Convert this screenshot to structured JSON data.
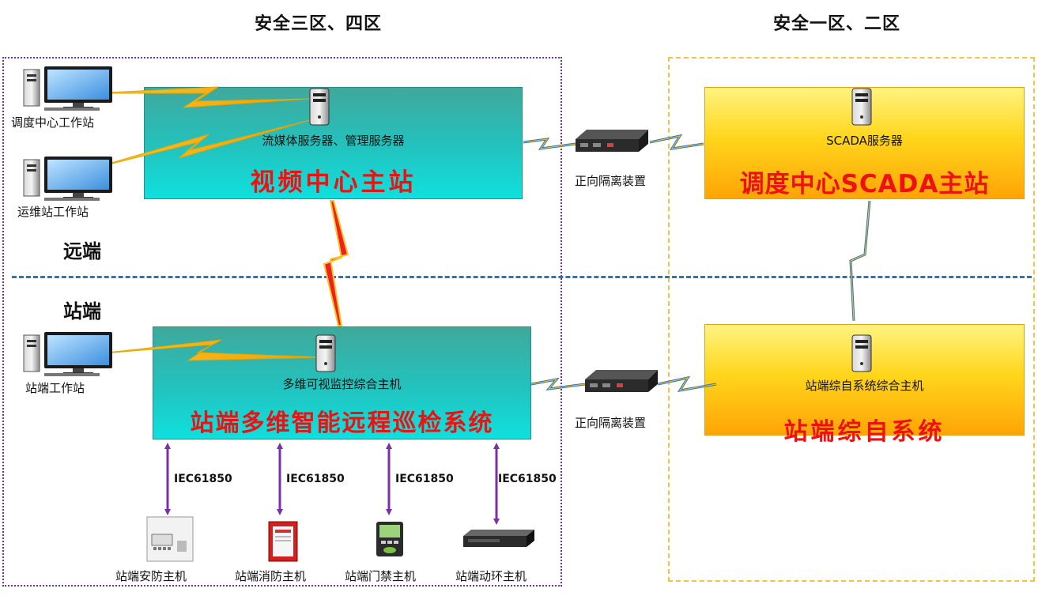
{
  "zones": {
    "left_title": "安全三区、四区",
    "right_title": "安全一区、二区"
  },
  "sides": {
    "remote": "远端",
    "station": "站端"
  },
  "video_master": {
    "server_label": "流媒体服务器、管理服务器",
    "title": "视频中心主站"
  },
  "scada_master": {
    "server_label": "SCADA服务器",
    "title": "调度中心SCADA主站"
  },
  "patrol_system": {
    "host_label": "多维可视监控综合主机",
    "title": "站端多维智能远程巡检系统"
  },
  "station_auto": {
    "host_label": "站端综自系统综合主机",
    "title": "站端综自系统"
  },
  "workstations": {
    "dispatch": "调度中心工作站",
    "ops": "运维站工作站",
    "station": "站端工作站"
  },
  "isolation": {
    "top": "正向隔离装置",
    "bottom": "正向隔离装置"
  },
  "protocol_links": [
    "IEC61850",
    "IEC61850",
    "IEC61850",
    "IEC61850"
  ],
  "devices": {
    "security": "站端安防主机",
    "fire": "站端消防主机",
    "access": "站端门禁主机",
    "env": "站端动环主机"
  },
  "colors": {
    "teal": "#22c3bf",
    "gold": "#ffd61c",
    "title_red": "#ee1111",
    "arrow_purple": "#7b2fa8",
    "divider_blue": "#2e75b6",
    "zone_purple": "#7030a0",
    "zone_gold": "#f5c242"
  }
}
